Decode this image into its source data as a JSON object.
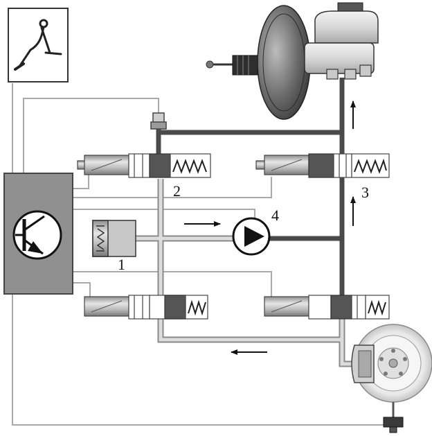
{
  "labels": {
    "accumulator": "1",
    "inlet_valve": "2",
    "outlet_valve": "3",
    "return_pump": "4"
  },
  "colors": {
    "high_pressure_line": "#4a4a4a",
    "return_line_fill": "#dddddd",
    "return_line_edge": "#8a8a8a",
    "signal_wire": "#a9a9a9",
    "control_unit": "#909090",
    "valve_armature": "#555555",
    "background": "#ffffff"
  },
  "icons": {
    "pedal": "brake-pedal-icon",
    "transistor": "transistor-symbol-icon",
    "pump": "pump-symbol-icon"
  }
}
